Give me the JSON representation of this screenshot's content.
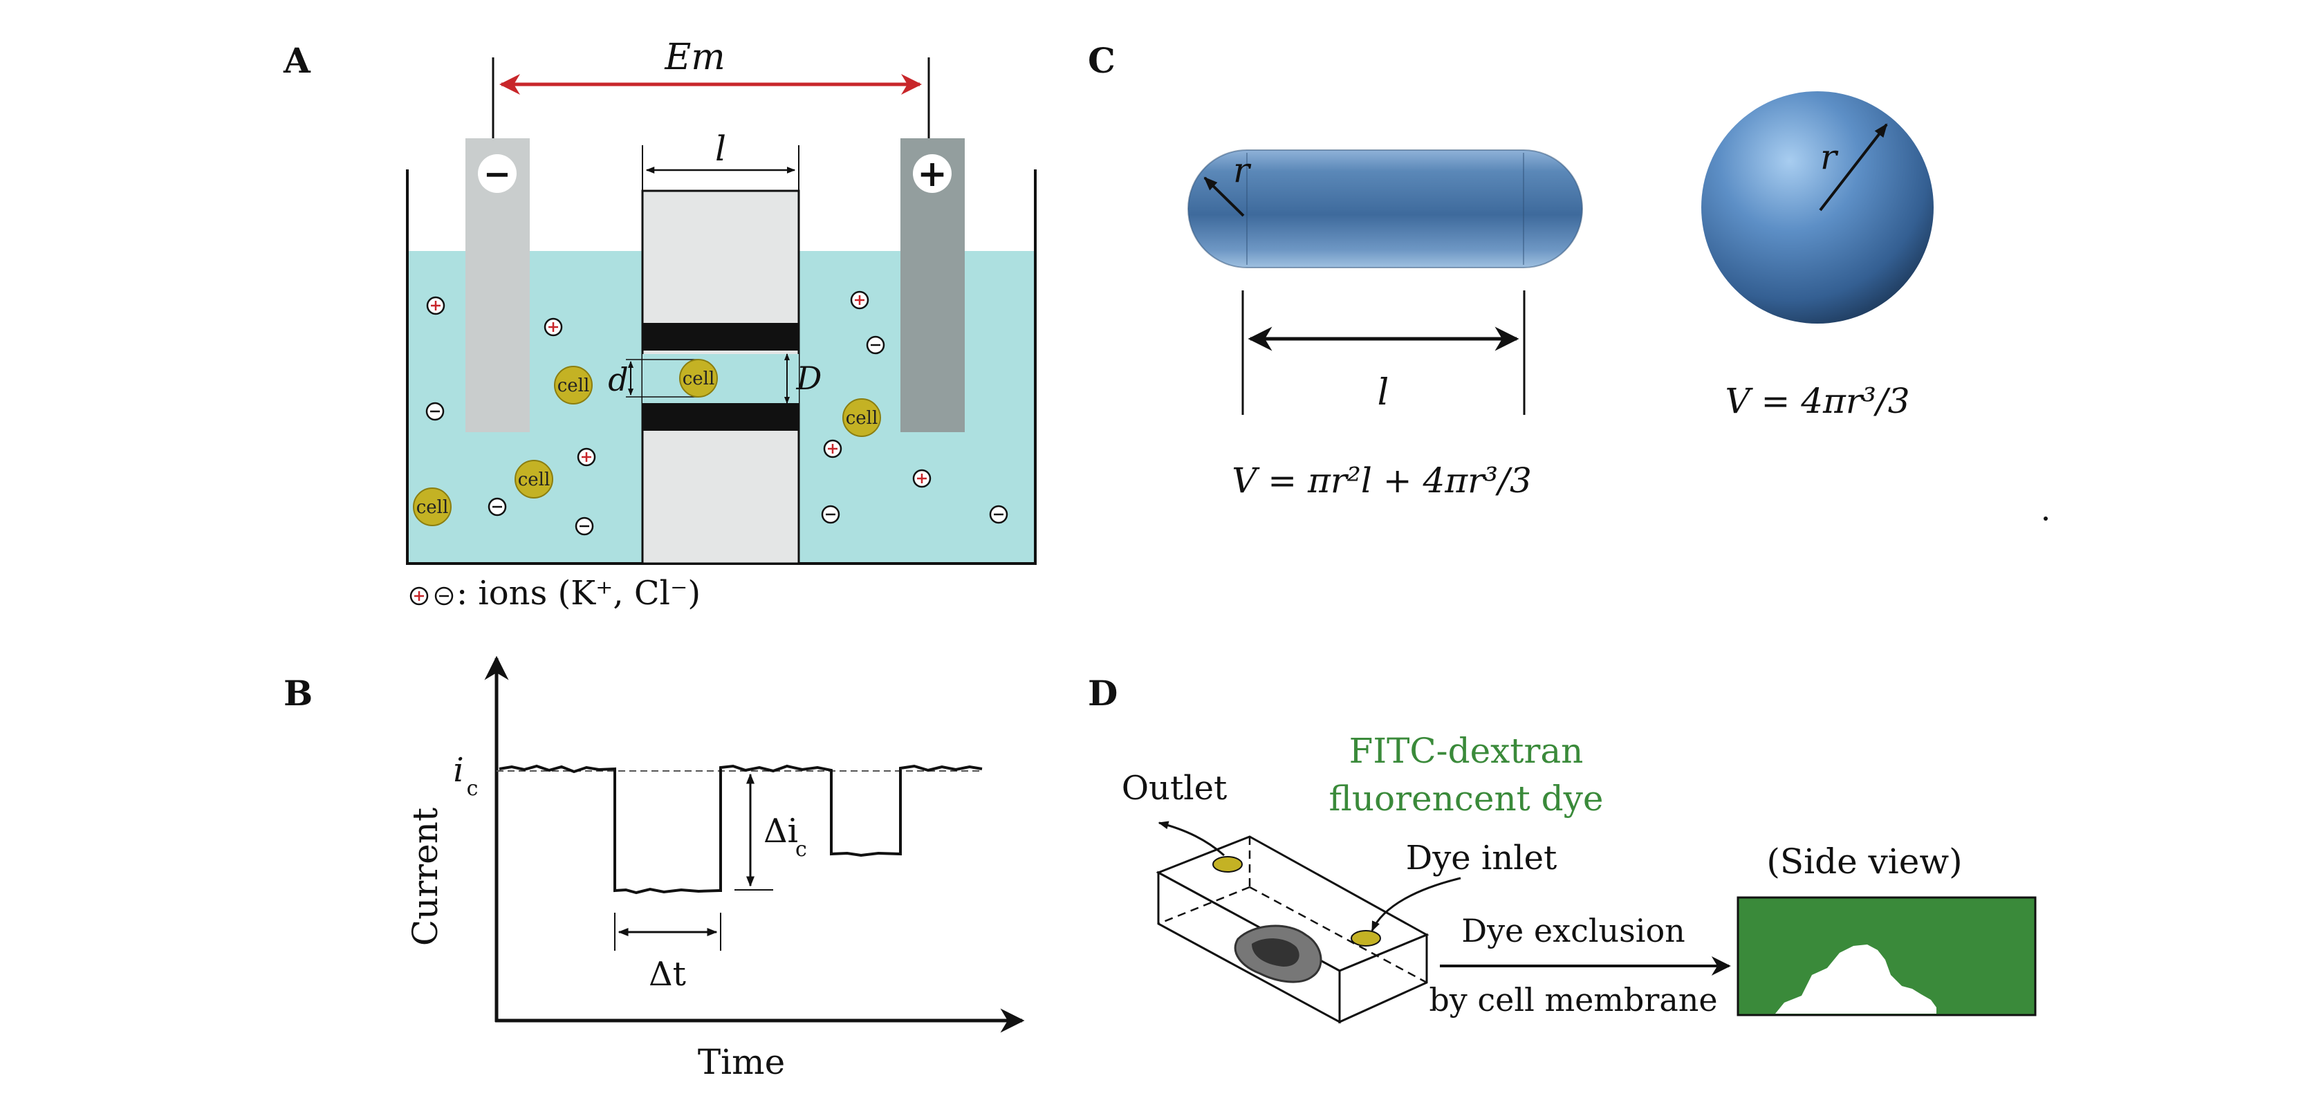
{
  "panels": {
    "a": "A",
    "b": "B",
    "c": "C",
    "d": "D"
  },
  "panel_a": {
    "voltage_label": "Em",
    "pore_length_label": "l",
    "cell_diameter_label": "d",
    "pore_diameter_label": "D",
    "cell_label": "cell",
    "ions_legend": ": ions (K⁺, Cl⁻)",
    "minus_sign": "−",
    "plus_sign": "+",
    "colors": {
      "solution": "#ade0e0",
      "arrow": "#c8262a",
      "cell": "#c4b224",
      "neg_electrode": "#c9cdcd",
      "pos_electrode": "#939e9e",
      "pore_wall": "#e4e6e6"
    }
  },
  "panel_b": {
    "y_axis": "Current",
    "x_axis": "Time",
    "baseline_label": "i",
    "baseline_sub": "c",
    "delta_current_label": "Δi",
    "delta_current_sub": "c",
    "delta_time_label": "Δt"
  },
  "panel_c": {
    "rod_radius_label": "r",
    "rod_length_label": "l",
    "rod_formula": "V = πr²l + 4πr³/3",
    "sphere_radius_label": "r",
    "sphere_formula": "V = 4πr³/3",
    "colors": {
      "body": "#4c7db2"
    }
  },
  "panel_d": {
    "dye_name_line1": "FITC-dextran",
    "dye_name_line2": "fluorencent dye",
    "outlet": "Outlet",
    "inlet": "Dye inlet",
    "process_line1": "Dye exclusion",
    "process_line2": "by cell membrane",
    "side_view": "(Side view)",
    "colors": {
      "dye": "#3a8a3a",
      "port": "#c4b224"
    }
  }
}
